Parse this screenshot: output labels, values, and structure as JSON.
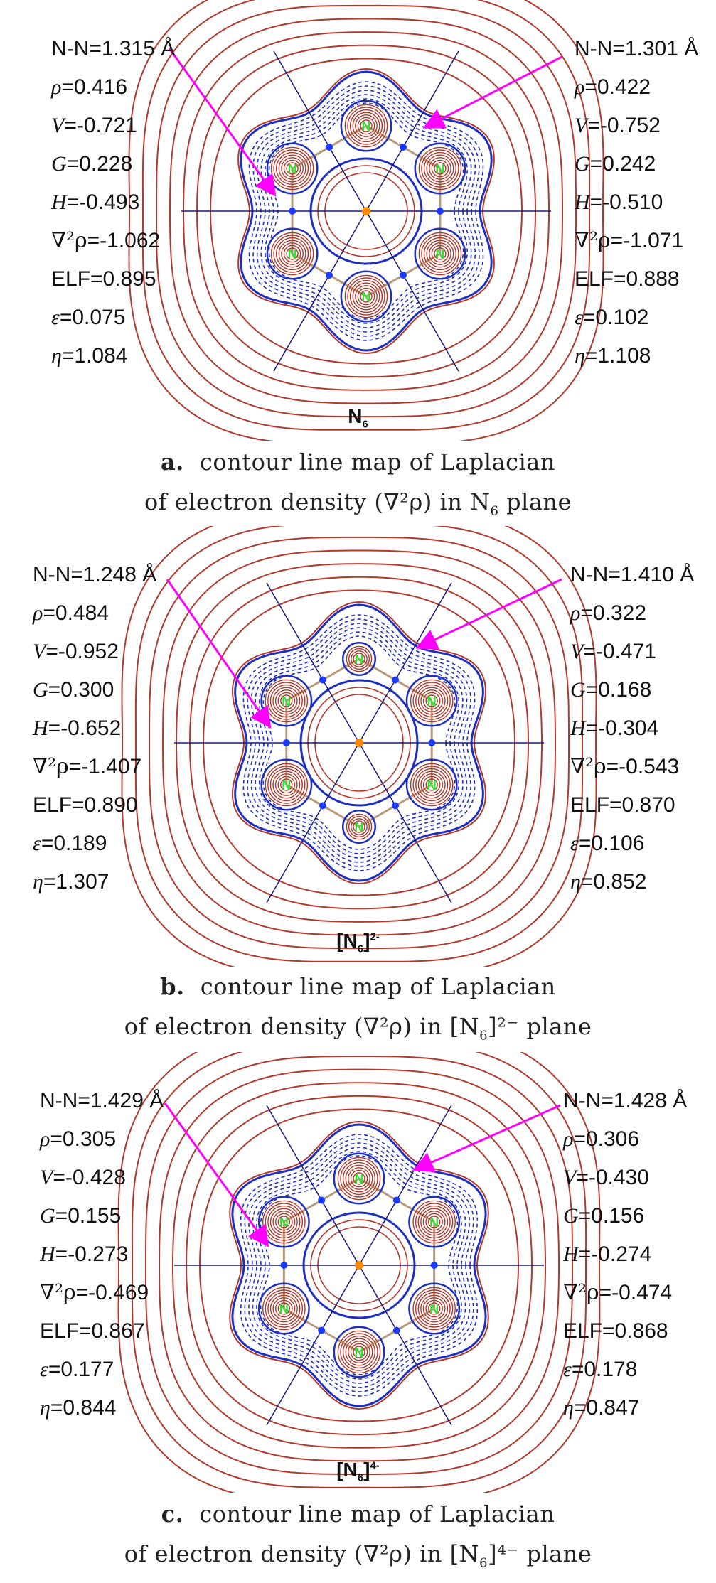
{
  "panels": [
    {
      "molecule": {
        "base": "N",
        "sub": "6",
        "charge": ""
      },
      "caption": {
        "label": "a.",
        "line1": "contour line map of Laplacian",
        "line2_pre": "of electron density (∇²ρ) in N",
        "line2_sub": "6",
        "line2_charge": "",
        "line2_post": "plane"
      },
      "left": {
        "bond": "N-N=1.315 Å",
        "rho": "=0.416",
        "V": "=-0.721",
        "G": "=0.228",
        "H": "=-0.493",
        "lap": "=-1.062",
        "ELF": "ELF=0.895",
        "eps": "=0.075",
        "eta": "=1.084"
      },
      "right": {
        "bond": "N-N=1.301 Å",
        "rho": "=0.422",
        "V": "=-0.752",
        "G": "=0.242",
        "H": "=-0.510",
        "lap": "=-1.071",
        "ELF": "ELF=0.888",
        "eps": "=0.102",
        "eta": "=1.108"
      }
    },
    {
      "molecule": {
        "base": "[N",
        "sub": "6",
        "charge": "2-"
      },
      "caption": {
        "label": "b.",
        "line1": "contour line map of Laplacian",
        "line2_pre": "of electron density (∇²ρ) in [N",
        "line2_sub": "6",
        "line2_charge": "]²⁻",
        "line2_post": "plane"
      },
      "left": {
        "bond": "N-N=1.248 Å",
        "rho": "=0.484",
        "V": "=-0.952",
        "G": "=0.300",
        "H": "=-0.652",
        "lap": "=-1.407",
        "ELF": "ELF=0.890",
        "eps": "=0.189",
        "eta": "=1.307"
      },
      "right": {
        "bond": "N-N=1.410 Å",
        "rho": "=0.322",
        "V": "=-0.471",
        "G": "=0.168",
        "H": "=-0.304",
        "lap": "=-0.543",
        "ELF": "ELF=0.870",
        "eps": "=0.106",
        "eta": "=0.852"
      }
    },
    {
      "molecule": {
        "base": "[N",
        "sub": "6",
        "charge": "4-"
      },
      "caption": {
        "label": "c.",
        "line1": "contour line map of Laplacian",
        "line2_pre": "of electron density (∇²ρ) in [N",
        "line2_sub": "6",
        "line2_charge": "]⁴⁻",
        "line2_post": "plane"
      },
      "left": {
        "bond": "N-N=1.429 Å",
        "rho": "=0.305",
        "V": "=-0.428",
        "G": "=0.155",
        "H": "=-0.273",
        "lap": "=-0.469",
        "ELF": "ELF=0.867",
        "eps": "=0.177",
        "eta": "=0.844"
      },
      "right": {
        "bond": "N-N=1.428 Å",
        "rho": "=0.306",
        "V": "=-0.430",
        "G": "=0.156",
        "H": "=-0.274",
        "lap": "=-0.474",
        "ELF": "ELF=0.868",
        "eps": "=0.178",
        "eta": "=0.847"
      }
    }
  ],
  "symbols": {
    "rho": "ρ",
    "V": "V",
    "G": "G",
    "H": "H",
    "lap": "∇²ρ",
    "eps": "ε",
    "eta": "η",
    "atom": "N"
  },
  "colors": {
    "positive_contour": "#b03a2e",
    "negative_contour": "#1f2fbf",
    "axis_line": "#1a1a7a",
    "arrow": "#ff00ff",
    "atom_label": "#33dd33",
    "bond": "#b89a7a",
    "ring_cp": "#ff8800",
    "bond_cp": "#1a3aff"
  }
}
